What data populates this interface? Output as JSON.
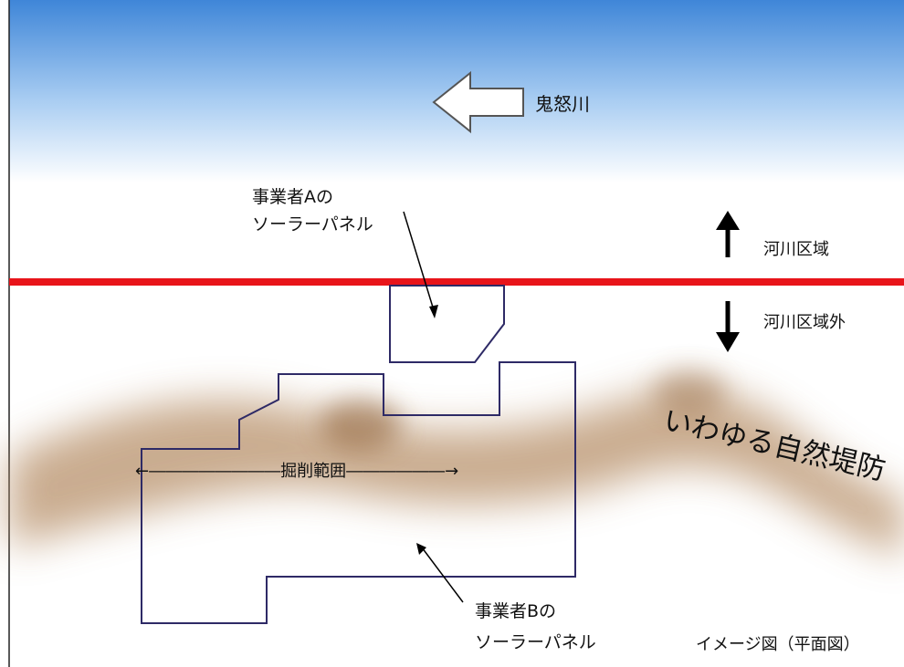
{
  "diagram": {
    "river_label": "鬼怒川",
    "zone_inside_label": "河川区域",
    "zone_outside_label": "河川区域外",
    "levee_label": "いわゆる自然堤防",
    "excavation_label": "←――――――――掘削範囲――――――→",
    "operator_a_label": [
      "事業者Aの",
      "ソーラーパネル"
    ],
    "operator_b_label": [
      "事業者Bの",
      "ソーラーパネル"
    ],
    "caption": "イメージ図（平面図）"
  },
  "colors": {
    "sky_top": "#3f86d8",
    "boundary_line": "#e8141a",
    "panel_outline": "#2e2a66",
    "levee": "#a67c52"
  }
}
